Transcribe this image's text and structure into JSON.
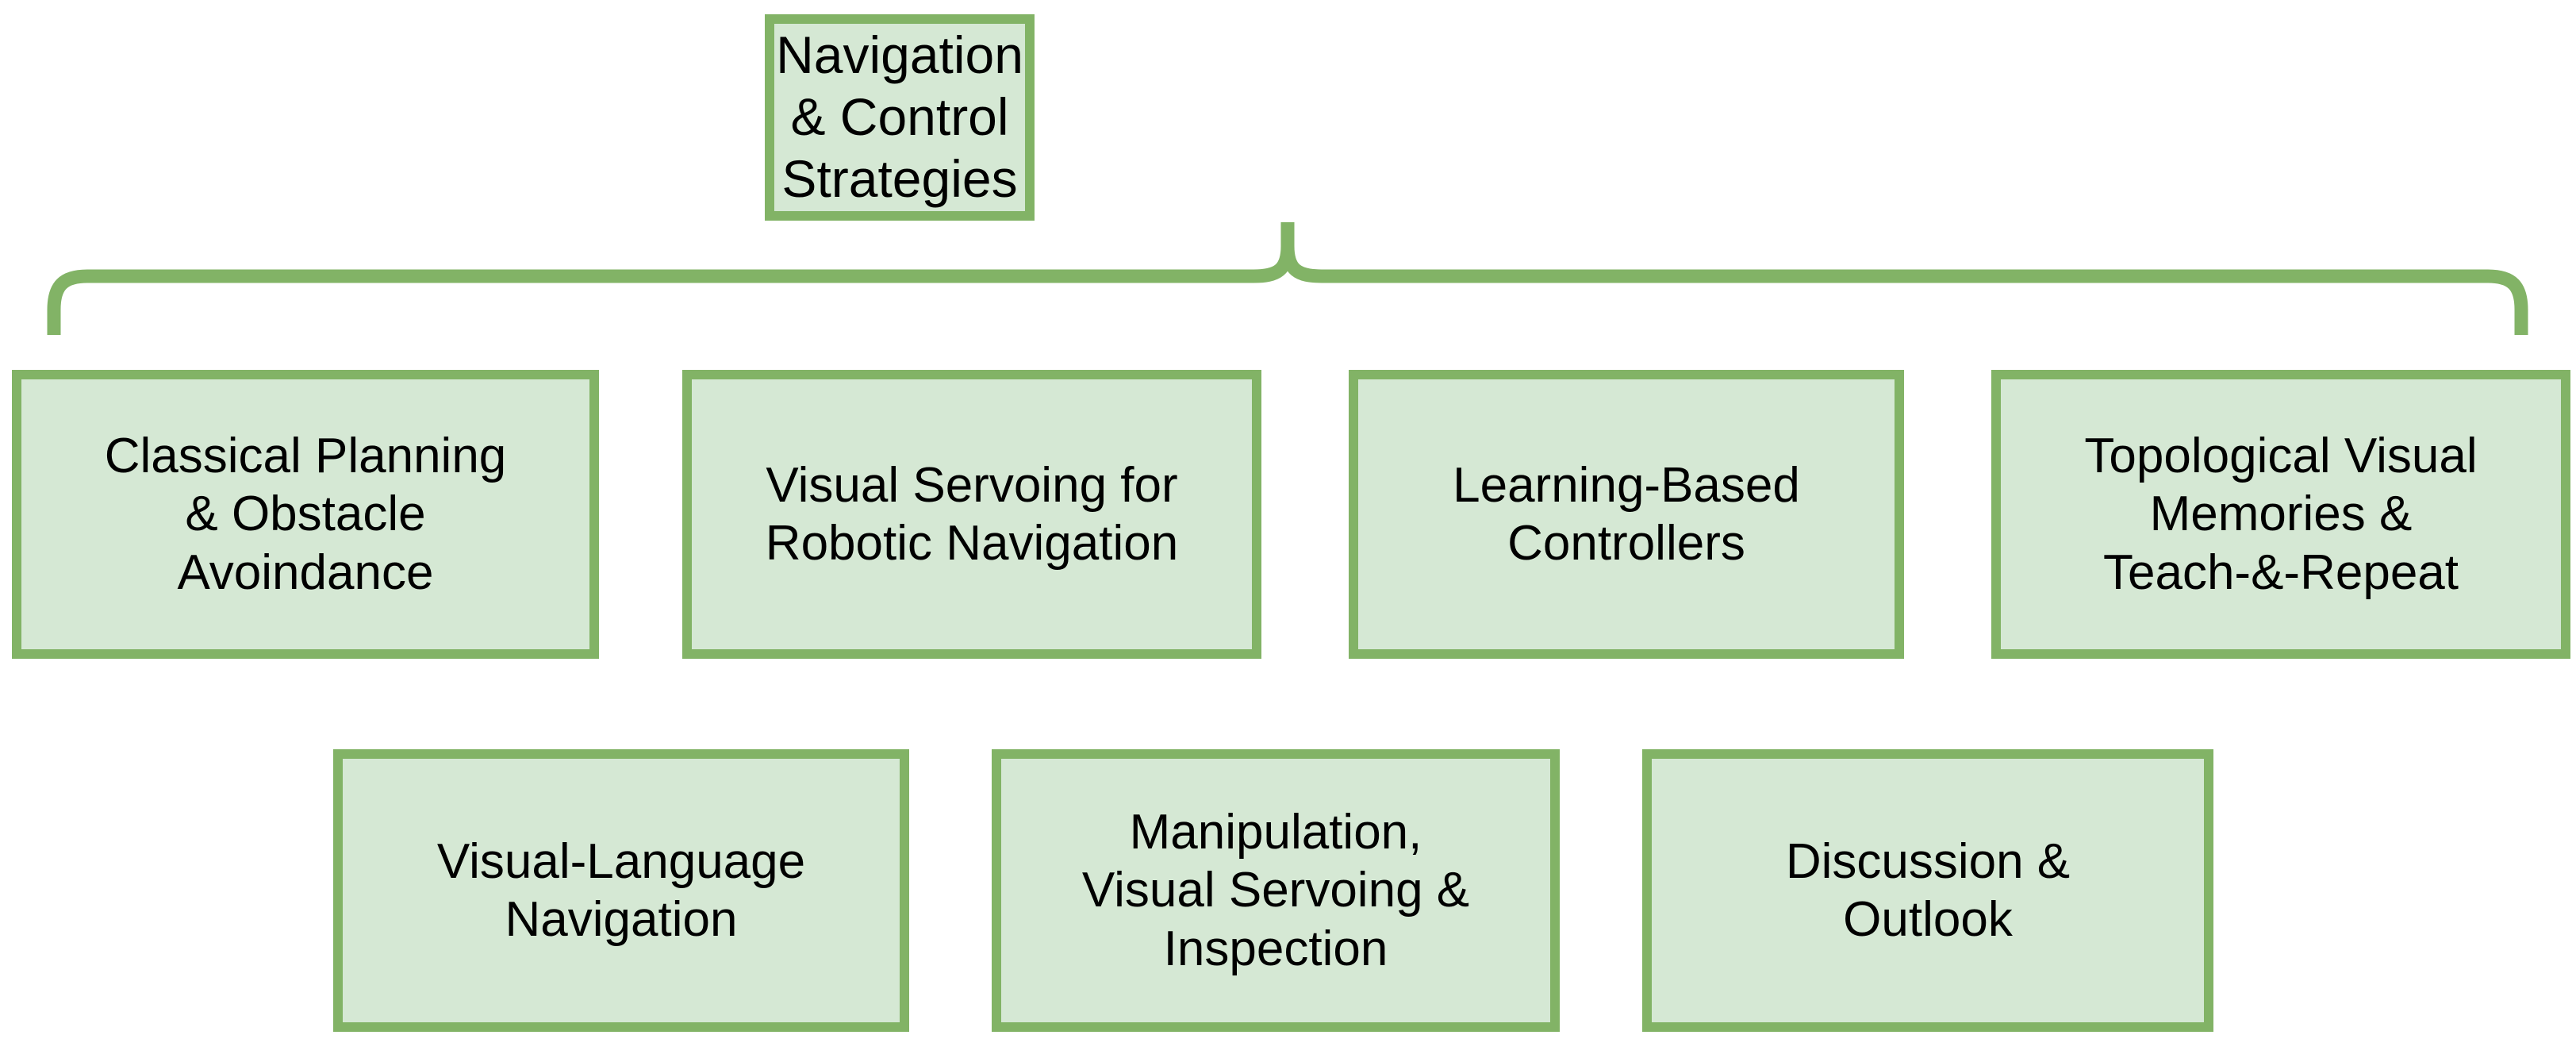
{
  "diagram": {
    "title": "Navigation & Control Strategies",
    "type": "hierarchy-tree",
    "colors": {
      "node_fill": "#d5e8d4",
      "node_border": "#82b366",
      "connector": "#82b366",
      "text": "#000000",
      "background": "#ffffff"
    },
    "root": {
      "label": "Navigation & Control Strategies"
    },
    "connector": {
      "kind": "curly-brace",
      "orientation": "top-peak-downward-fan",
      "from": "root",
      "to_count": 4
    },
    "children": [
      {
        "label": "Classical Planning\n& Obstacle\nAvoindance"
      },
      {
        "label": "Visual Servoing for\nRobotic Navigation"
      },
      {
        "label": "Learning-Based\nControllers"
      },
      {
        "label": "Topological Visual\nMemories &\nTeach-&-Repeat"
      }
    ],
    "additional_nodes": [
      {
        "label": "Visual-Language\nNavigation"
      },
      {
        "label": "Manipulation,\nVisual Servoing &\nInspection"
      },
      {
        "label": "Discussion &\nOutlook"
      }
    ]
  }
}
